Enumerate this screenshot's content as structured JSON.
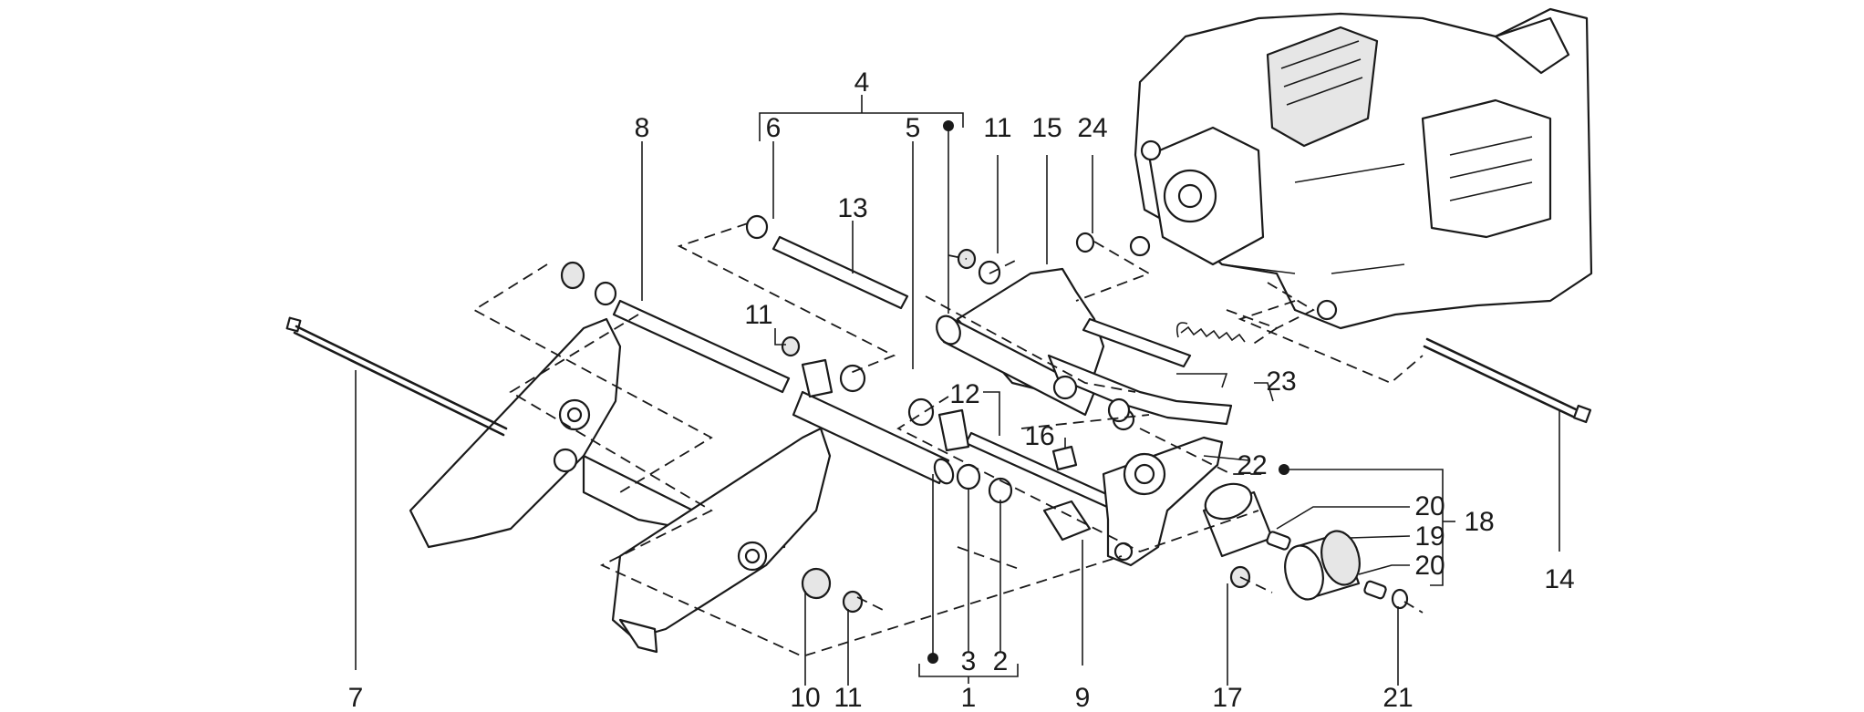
{
  "callouts": {
    "c1": "1",
    "c2": "2",
    "c3": "3",
    "c4": "4",
    "c5": "5",
    "c6": "6",
    "c7": "7",
    "c8": "8",
    "c9": "9",
    "c10": "10",
    "c11a": "11",
    "c11b": "11",
    "c11c": "11",
    "c12": "12",
    "c13": "13",
    "c14": "14",
    "c15": "15",
    "c16": "16",
    "c17": "17",
    "c18": "18",
    "c19": "19",
    "c20a": "20",
    "c20b": "20",
    "c21": "21",
    "c22": "22",
    "c23": "23",
    "c24": "24"
  },
  "colors": {
    "ink": "#1a1a1a",
    "background": "#ffffff",
    "part_fill": "#e6e6e6"
  }
}
